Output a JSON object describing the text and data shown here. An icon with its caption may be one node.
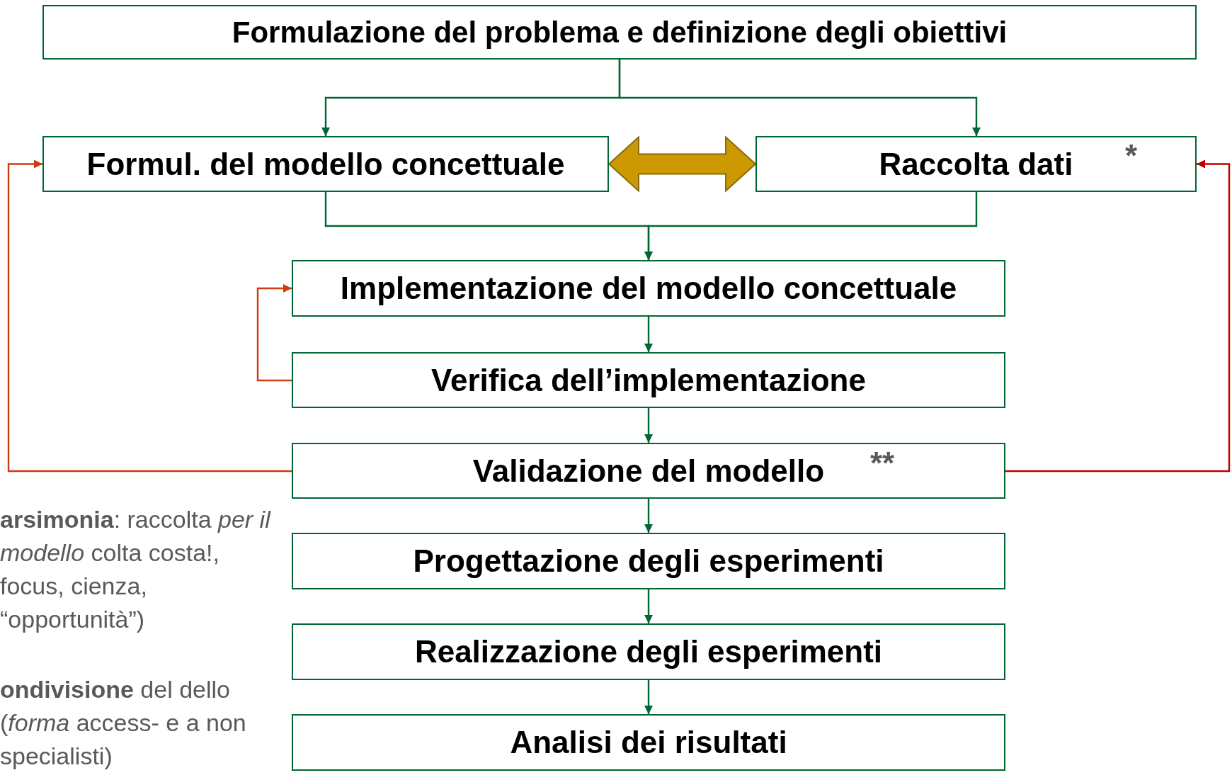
{
  "diagram": {
    "nodes": [
      {
        "text": [
          "Formulazione del problema e definizione degli obiettivi"
        ]
      },
      {
        "text": [
          "Formul. del modello concettuale"
        ]
      },
      {
        "text": [
          "Raccolta dati",
          "*"
        ]
      },
      {
        "text": [
          "Implementazione del modello concettuale"
        ]
      },
      {
        "text": [
          "Verifica dell’implementazione"
        ]
      },
      {
        "text": [
          "Validazione del modello",
          "**"
        ]
      },
      {
        "text": [
          "Progettazione degli esperimenti"
        ]
      },
      {
        "text": [
          "Realizzazione degli esperimenti"
        ]
      },
      {
        "text": [
          "Analisi dei risultati"
        ]
      }
    ],
    "edges": [
      {
        "from": 0,
        "to": 1,
        "arrow": "to"
      },
      {
        "from": 0,
        "to": 2,
        "arrow": "to"
      },
      {
        "from": 1,
        "to": 2,
        "arrow": "both",
        "style": "thick",
        "color": "#cc9900"
      },
      {
        "from": 1,
        "to": 3,
        "arrow": "to"
      },
      {
        "from": 2,
        "to": 3,
        "arrow": "to"
      },
      {
        "from": 3,
        "to": 4,
        "arrow": "to"
      },
      {
        "from": 4,
        "to": 5,
        "arrow": "to"
      },
      {
        "from": 5,
        "to": 6,
        "arrow": "to"
      },
      {
        "from": 6,
        "to": 7,
        "arrow": "to"
      },
      {
        "from": 7,
        "to": 8,
        "arrow": "to"
      },
      {
        "from": 4,
        "to": 3,
        "arrow": "to",
        "color": "#d03a10"
      },
      {
        "from": 5,
        "to": 1,
        "arrow": "to",
        "color": "#d03a10"
      },
      {
        "from": 5,
        "to": 2,
        "arrow": "to",
        "color": "#c00000"
      }
    ],
    "labels": [
      "**arsimonia**: raccolta *per il modello* colta costa!, focus, cienza, “opportunità”)",
      "**ondivisione** del dello (*forma* access- e a non specialisti)"
    ]
  }
}
